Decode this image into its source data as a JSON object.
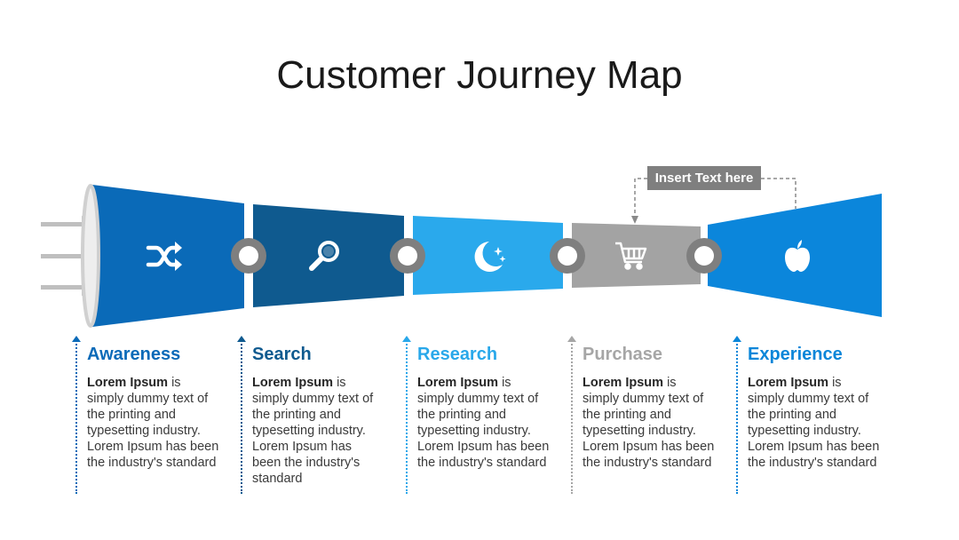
{
  "title": "Customer Journey Map",
  "callout": "Insert Text here",
  "stages": [
    {
      "heading": "Awareness",
      "bold": "Lorem Ipsum",
      "text": " is simply dummy text of the printing and typesetting industry. Lorem Ipsum has been the industry's standard",
      "color": "#0a6ab8",
      "icon": "shuffle-icon"
    },
    {
      "heading": "Search",
      "bold": "Lorem Ipsum",
      "text": " is simply dummy text of the printing and typesetting industry. Lorem Ipsum has been the industry's standard",
      "color": "#0f5a8f",
      "icon": "magnifier-icon"
    },
    {
      "heading": "Research",
      "bold": "Lorem Ipsum",
      "text": " is simply dummy text of the printing and typesetting industry. Lorem Ipsum has been the industry's standard",
      "color": "#29a8ea",
      "icon": "moon-stars-icon"
    },
    {
      "heading": "Purchase",
      "bold": "Lorem Ipsum",
      "text": " is simply dummy text of the printing and typesetting industry. Lorem Ipsum has been the industry's standard",
      "color": "#a6a6a6",
      "icon": "shopping-cart-icon"
    },
    {
      "heading": "Experience",
      "bold": "Lorem Ipsum",
      "text": " is simply dummy text of the printing and typesetting industry. Lorem Ipsum has been the industry's standard",
      "color": "#0a86d9",
      "icon": "apple-icon"
    }
  ]
}
